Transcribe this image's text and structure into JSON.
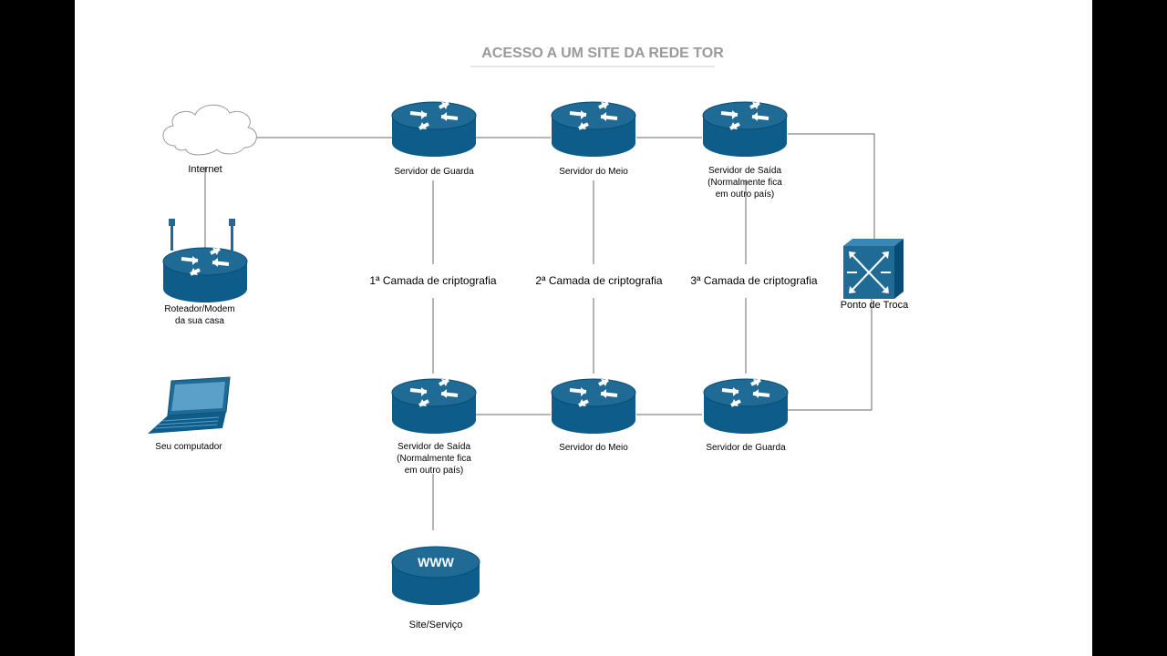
{
  "title": "ACESSO A UM SITE DA REDE TOR",
  "colors": {
    "device_top": "#1f6b96",
    "device_side": "#0d5c89",
    "line": "#6b6b6b",
    "title": "#9a9a9a"
  },
  "nodes": {
    "internet": {
      "label": "Internet",
      "icon": "cloud-icon"
    },
    "home_router": {
      "label_1": "Roteador/Modem",
      "label_2": "da sua casa",
      "icon": "wifi-router-icon"
    },
    "computer": {
      "label": "Seu computador",
      "icon": "laptop-icon"
    },
    "guard_top": {
      "label": "Servidor de Guarda",
      "icon": "router-icon"
    },
    "middle_top": {
      "label": "Servidor do Meio",
      "icon": "router-icon"
    },
    "exit_top": {
      "label_1": "Servidor de Saída",
      "label_2": "(Normalmente fica",
      "label_3": "em outro país)",
      "icon": "router-icon"
    },
    "exchange": {
      "label": "Ponto de Troca",
      "icon": "switch-icon"
    },
    "exit_bottom": {
      "label_1": "Servidor de Saída",
      "label_2": "(Normalmente fica",
      "label_3": "em outro país)",
      "icon": "router-icon"
    },
    "middle_bottom": {
      "label": "Servidor do Meio",
      "icon": "router-icon"
    },
    "guard_bottom": {
      "label": "Servidor de Guarda",
      "icon": "router-icon"
    },
    "site": {
      "label": "Site/Serviço",
      "badge": "WWW",
      "icon": "www-server-icon"
    }
  },
  "layers": {
    "first": "1ª Camada de criptografia",
    "second": "2ª Camada de criptografia",
    "third": "3ª Camada de criptografia"
  }
}
